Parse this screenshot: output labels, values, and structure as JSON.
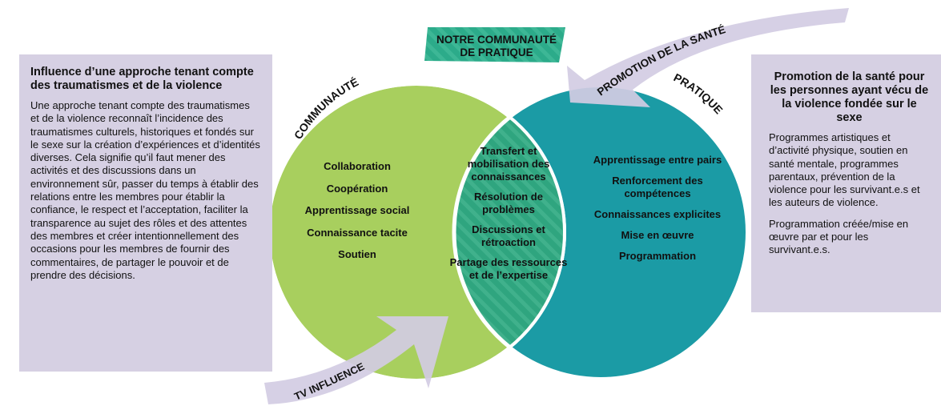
{
  "center_title": {
    "line1": "NOTRE COMMUNAUTÉ",
    "line2": "DE PRATIQUE"
  },
  "circle_labels": {
    "left": "COMMUNAUTÉ",
    "right": "PRATIQUE"
  },
  "arrow_labels": {
    "top": "PROMOTION DE LA SANTÉ",
    "bottom": "TV INFLUENCE"
  },
  "left_circle_items": [
    "Collaboration",
    "Coopération",
    "Apprentissage social",
    "Connaissance tacite",
    "Soutien"
  ],
  "middle_items": [
    "Transfert et mobilisation des connaissances",
    "Résolution de problèmes",
    "Discussions et rétroaction",
    "Partage des ressources et de l’expertise"
  ],
  "right_circle_items": [
    "Apprentissage entre pairs",
    "Renforcement des compétences",
    "Connaissances explicites",
    "Mise en œuvre",
    "Programmation"
  ],
  "left_box": {
    "title": "Influence d’une approche tenant compte des traumatismes et de la violence",
    "body": "Une approche tenant compte des traumatismes et de la violence reconnaît l’incidence des traumatismes culturels, historiques et fondés sur le sexe sur la création d’expériences et d’identités diverses. Cela signifie qu’il faut mener des activités et des discussions dans un environnement sûr, passer du temps à établir des relations entre les membres pour établir la confiance, le respect et l’acceptation, faciliter la transparence au sujet des rôles et des attentes des membres et créer intentionnellement des occasions pour les membres de fournir des commentaires, de partager le pouvoir et de prendre des décisions."
  },
  "right_box": {
    "title": "Promotion de la santé pour les personnes ayant vécu de la violence fondée sur le sexe",
    "body1": "Programmes artistiques et d’activité physique, soutien en santé mentale, programmes parentaux, prévention de la violence pour les survivant.e.s et les auteurs de violence.",
    "body2": "Programmation créée/mise en œuvre par et pour les survivant.e.s."
  },
  "colors": {
    "left_circle": "#a8cf5e",
    "right_circle": "#1b9ba5",
    "overlap": "#2fa57f",
    "banner": "#2cab8a",
    "side_box": "#d6d0e3",
    "arrow": "#d3cce3"
  }
}
